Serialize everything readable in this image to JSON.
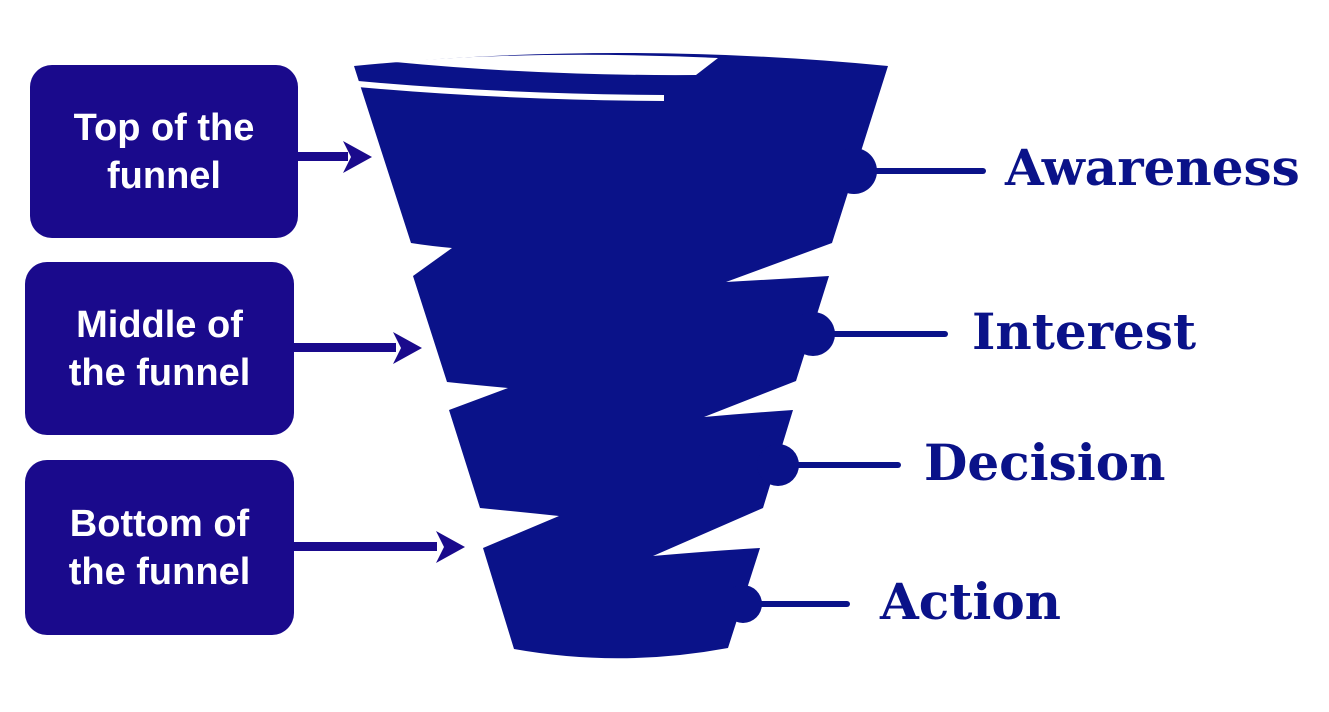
{
  "colors": {
    "funnel": "#0a1289",
    "boxes": "#1a0a8c"
  },
  "left_boxes": [
    {
      "line1": "Top of the",
      "line2": "funnel"
    },
    {
      "line1": "Middle of",
      "line2": "the funnel"
    },
    {
      "line1": "Bottom of",
      "line2": "the funnel"
    }
  ],
  "stages": [
    "Awareness",
    "Interest",
    "Decision",
    "Action"
  ]
}
